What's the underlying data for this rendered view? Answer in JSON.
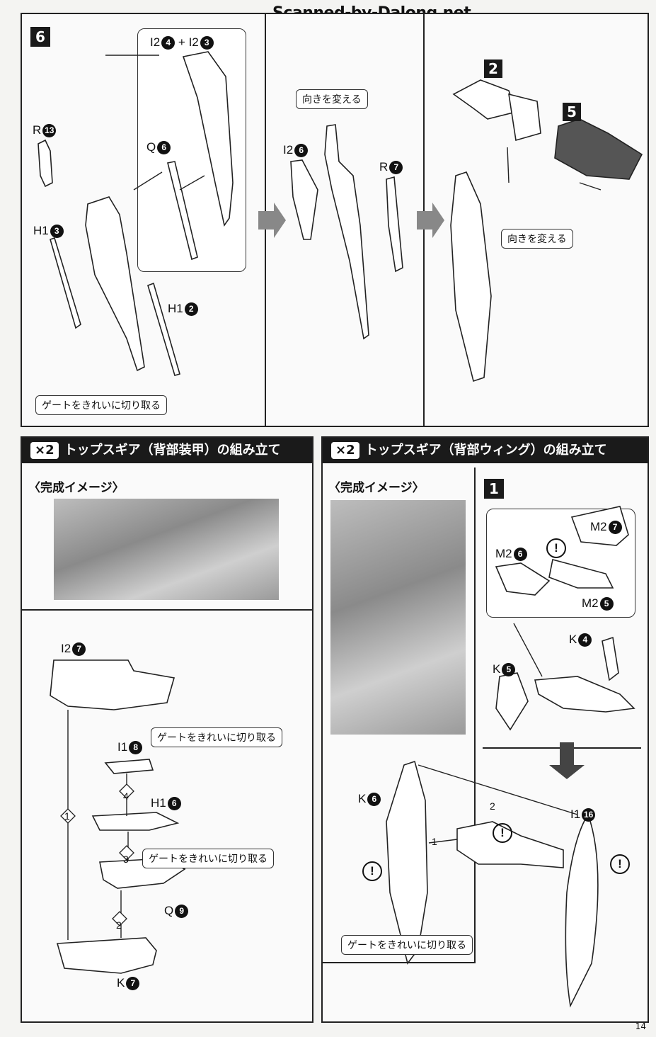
{
  "watermark": "Scanned-by-Dalong.net",
  "page_number": "14",
  "step6": {
    "number": "6",
    "inset_label": "I2",
    "inset_num1": "4",
    "inset_plus": "+ I2",
    "inset_num2": "3",
    "labels": [
      {
        "part": "R",
        "num": "13"
      },
      {
        "part": "Q",
        "num": "6"
      },
      {
        "part": "H1",
        "num": "3"
      },
      {
        "part": "H1",
        "num": "2"
      },
      {
        "part": "I2",
        "num": "6"
      },
      {
        "part": "R",
        "num": "7"
      }
    ],
    "callouts": {
      "part2": "2",
      "part5": "5"
    },
    "notes": {
      "gate_cut": "ゲートをきれいに切り取る",
      "turn_around_1": "向きを変える",
      "turn_around_2": "向きを変える"
    }
  },
  "section_left": {
    "multiplier": "×2",
    "title": "トップスギア（背部装甲）の組み立て",
    "image_caption": "〈完成イメージ〉",
    "labels": [
      {
        "part": "I2",
        "num": "7"
      },
      {
        "part": "I1",
        "num": "8"
      },
      {
        "part": "H1",
        "num": "6"
      },
      {
        "part": "Q",
        "num": "9"
      },
      {
        "part": "K",
        "num": "7"
      }
    ],
    "steps": [
      "1",
      "2",
      "3",
      "4"
    ],
    "notes": {
      "gate_cut_1": "ゲートをきれいに切り取る",
      "gate_cut_2": "ゲートをきれいに切り取る"
    }
  },
  "section_right": {
    "multiplier": "×2",
    "title": "トップスギア（背部ウィング）の組み立て",
    "image_caption": "〈完成イメージ〉",
    "step_number": "1",
    "labels": [
      {
        "part": "M2",
        "num": "7"
      },
      {
        "part": "M2",
        "num": "6"
      },
      {
        "part": "M2",
        "num": "5"
      },
      {
        "part": "K",
        "num": "4"
      },
      {
        "part": "K",
        "num": "5"
      },
      {
        "part": "K",
        "num": "6"
      },
      {
        "part": "I1",
        "num": "16"
      }
    ],
    "steps": [
      "1",
      "2"
    ],
    "warning": "!",
    "notes": {
      "gate_cut": "ゲートをきれいに切り取る"
    }
  }
}
